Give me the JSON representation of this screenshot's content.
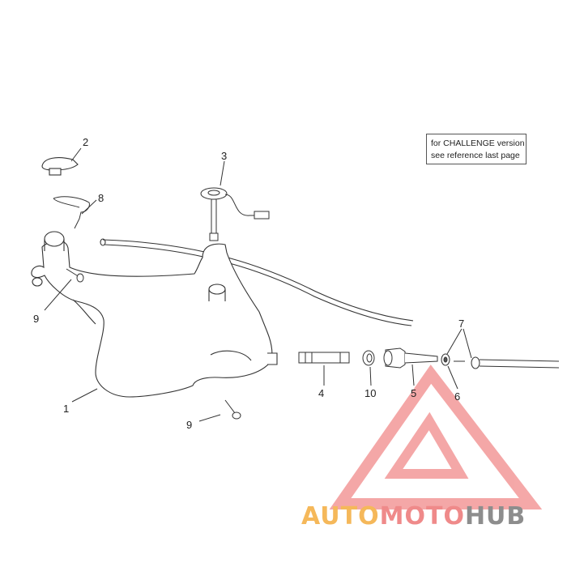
{
  "note": {
    "line1": "for CHALLENGE version",
    "line2": "see reference last page"
  },
  "callouts": {
    "c1": "1",
    "c2": "2",
    "c3": "3",
    "c4": "4",
    "c5": "5",
    "c6": "6",
    "c7": "7",
    "c8": "8",
    "c9a": "9",
    "c9b": "9",
    "c10": "10"
  },
  "watermark": {
    "part1": "AUTO",
    "part2": "MOTO",
    "part3": "HUB",
    "colors": {
      "part1": "#f5b85a",
      "part2": "#ef8a8a",
      "part3": "#8d8d8d",
      "logo": "#ee6e6e"
    }
  }
}
